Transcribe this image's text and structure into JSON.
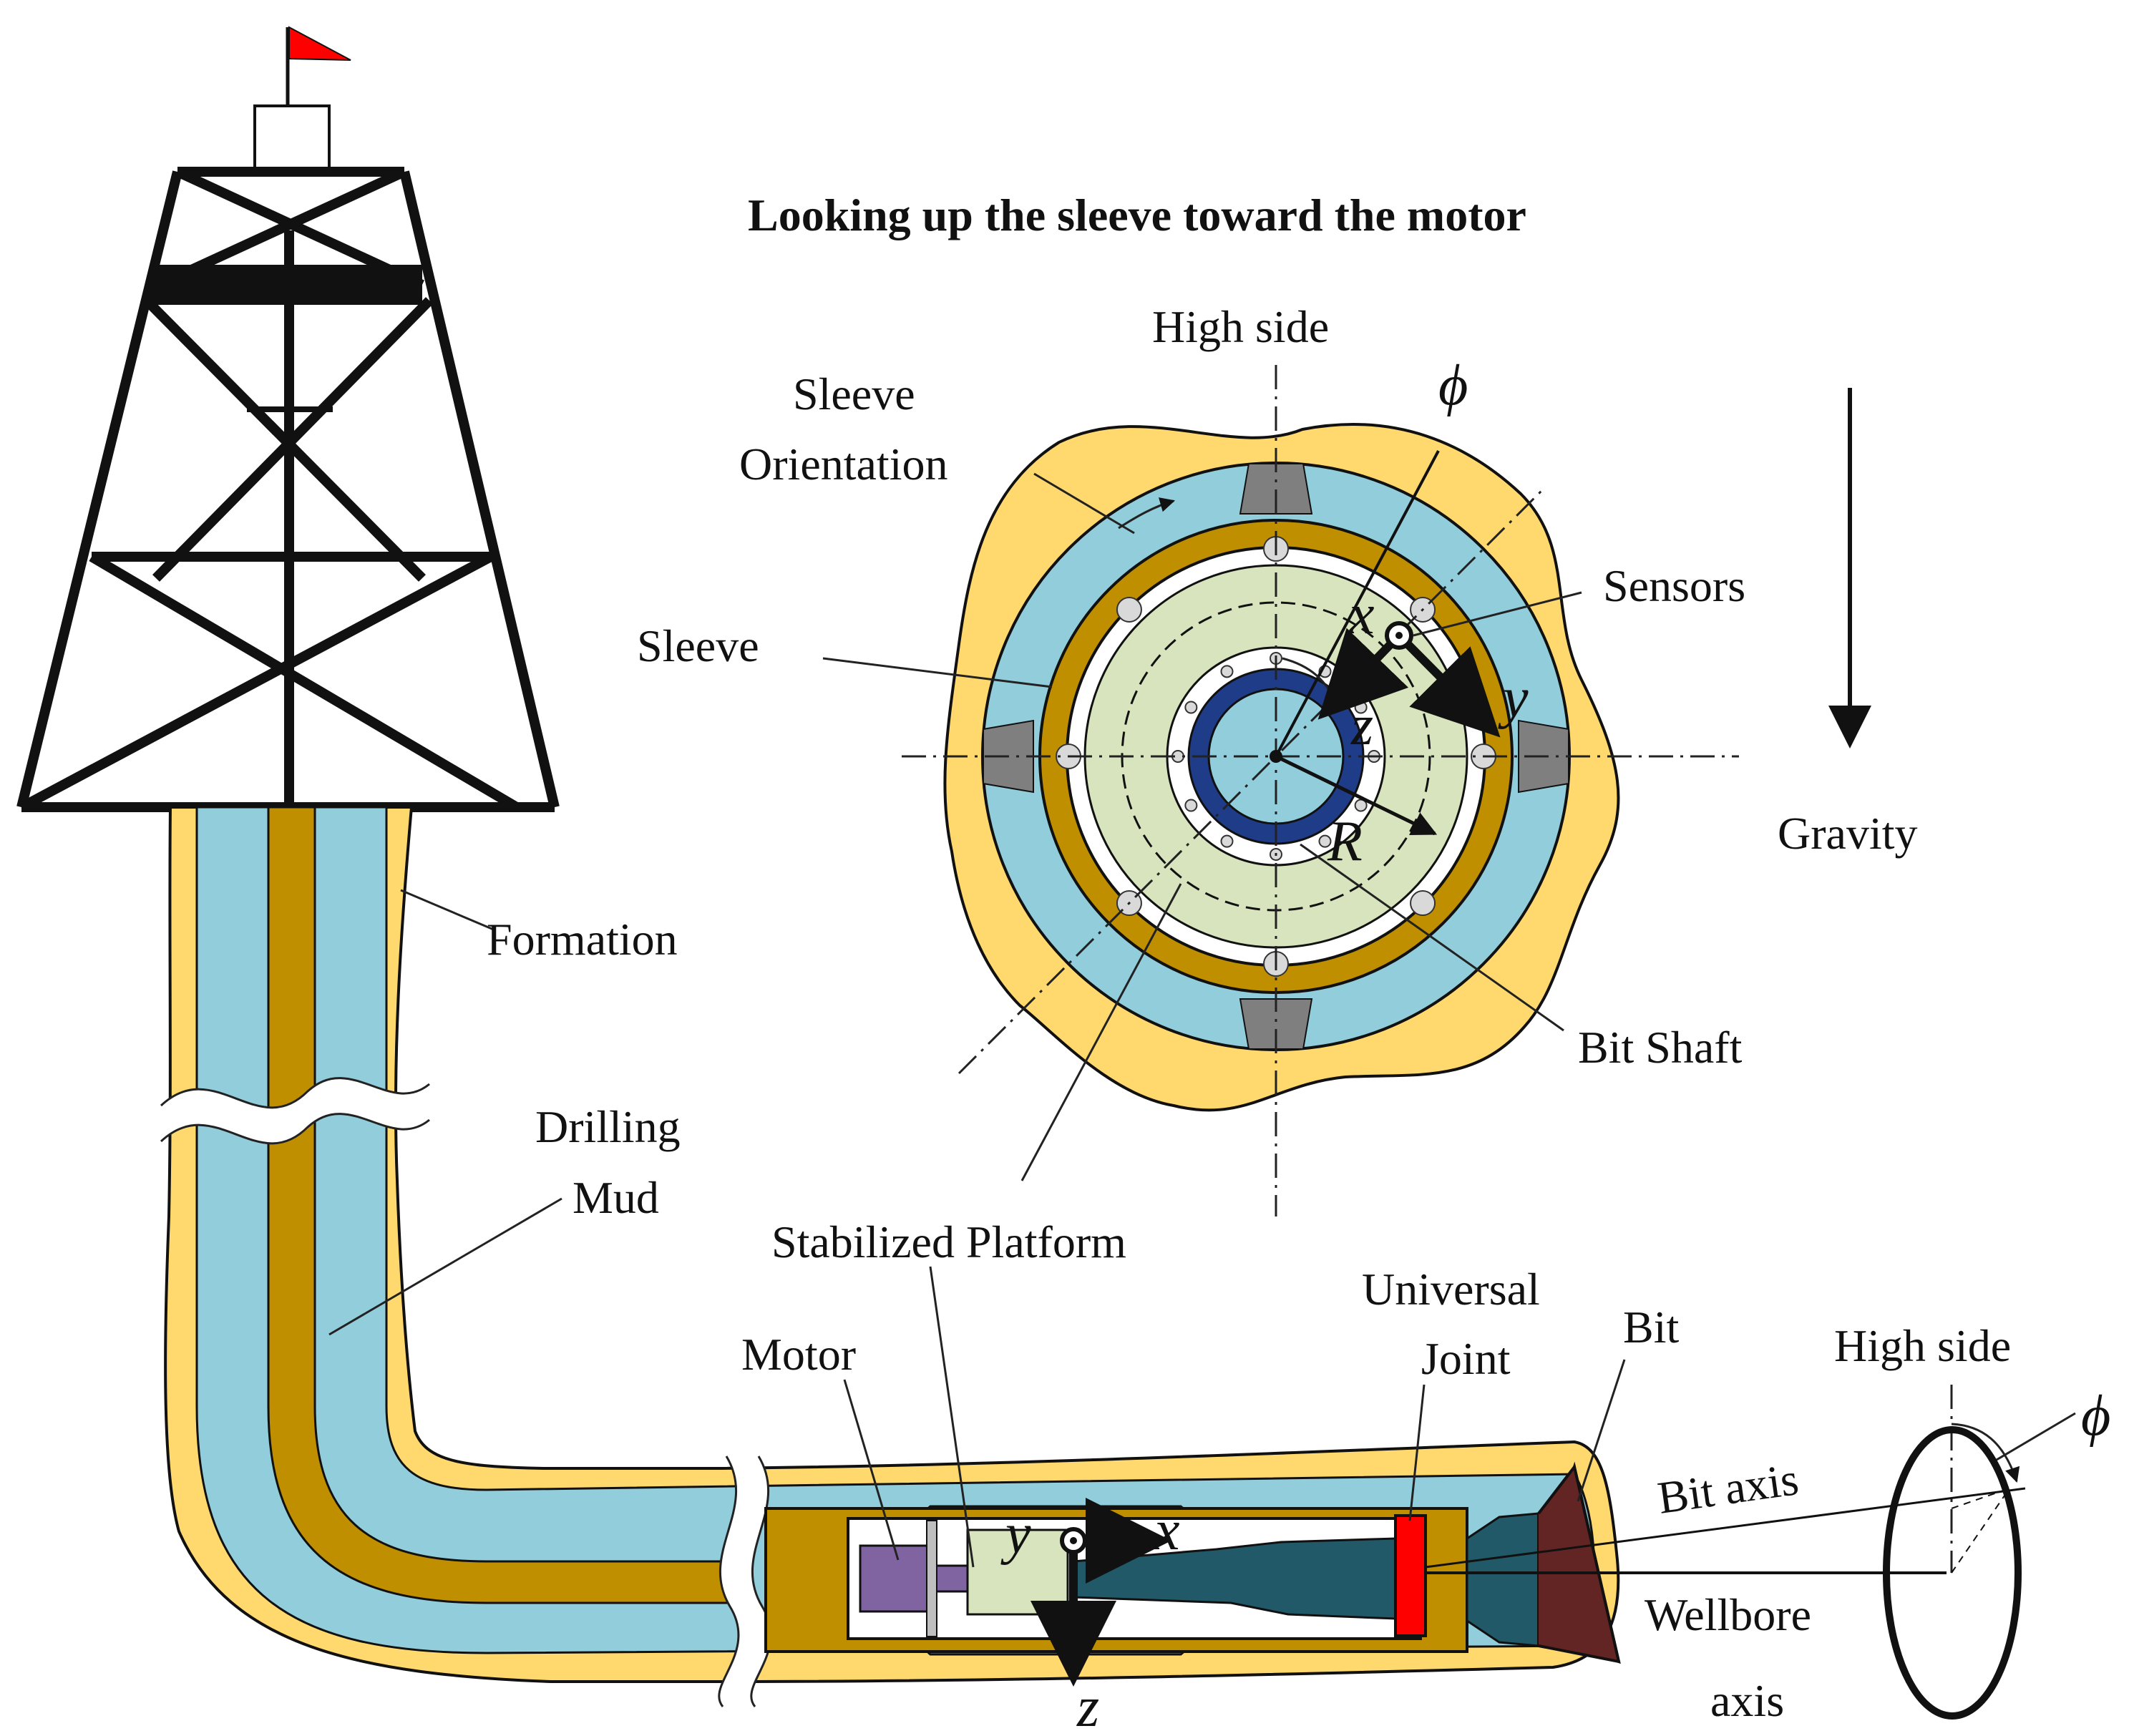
{
  "title": "Looking up the sleeve toward the motor",
  "labels": {
    "high_side_top": "High side",
    "high_side_right": "High side",
    "sleeve_orientation_1": "Sleeve",
    "sleeve_orientation_2": "Orientation",
    "sleeve": "Sleeve",
    "sensors": "Sensors",
    "gravity": "Gravity",
    "bit_shaft": "Bit Shaft",
    "formation": "Formation",
    "drilling_1": "Drilling",
    "drilling_2": "Mud",
    "stabilized_platform": "Stabilized Platform",
    "motor": "Motor",
    "universal_1": "Universal",
    "universal_2": "Joint",
    "bit": "Bit",
    "bit_axis": "Bit axis",
    "wellbore_1": "Wellbore",
    "wellbore_2": "axis"
  },
  "symbols": {
    "phi_top": "ϕ",
    "phi_right": "ϕ",
    "x_top": "x",
    "y_top": "y",
    "z_top": "z",
    "R": "R",
    "x_bottom": "x",
    "y_bottom": "y",
    "z_bottom": "z"
  },
  "colors": {
    "formation": "#ffd86e",
    "mud": "#92cddc",
    "drillstring": "#bf8f00",
    "platform": "#d7e4bd",
    "motor": "#8064a2",
    "shaft": "#215968",
    "bit_shaft_ring": "#1f3c88",
    "joint": "#ff0000",
    "bit": "#632523",
    "pads": "#7f7f7f",
    "flag": "#ff0000"
  }
}
